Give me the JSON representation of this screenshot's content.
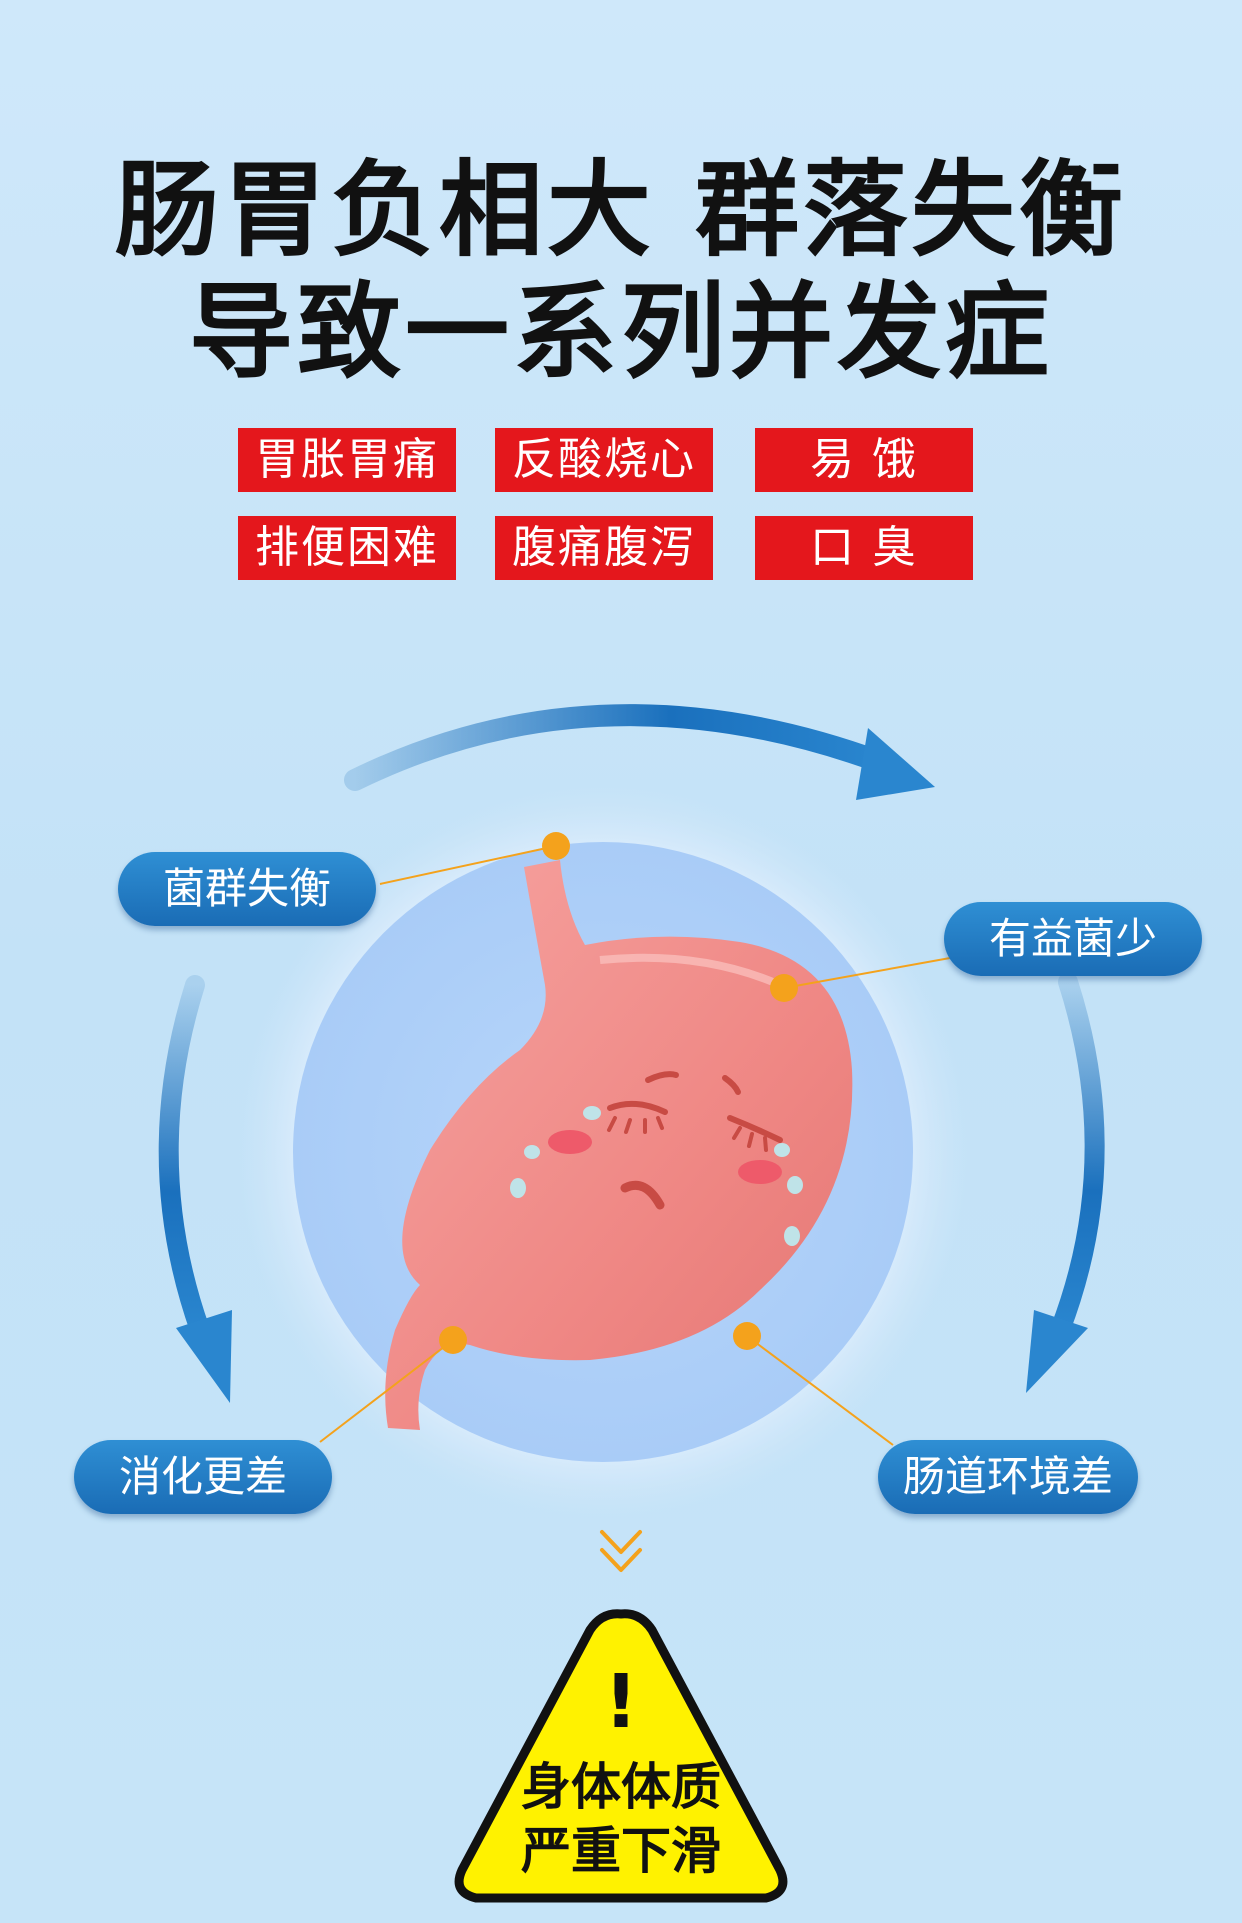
{
  "headline": {
    "line1": "肠胃负相大 群落失衡",
    "line2": "导致一系列并发症"
  },
  "symptoms": [
    "胃胀胃痛",
    "反酸烧心",
    "易 饿",
    "排便困难",
    "腹痛腹泻",
    "口 臭"
  ],
  "cycle": {
    "top_left": "菌群失衡",
    "top_right": "有益菌少",
    "bottom_left": "消化更差",
    "bottom_right": "肠道环境差"
  },
  "warning": {
    "symbol": "!",
    "line1": "身体体质",
    "line2": "严重下滑"
  },
  "colors": {
    "background": "#c6e4f8",
    "tag_red": "#e4171c",
    "pill_blue": "#1f78c1",
    "arrow_blue": "#1a70bd",
    "stomach_pink": "#f08c8a",
    "dot_orange": "#f4a21c",
    "warning_yellow": "#fff200"
  },
  "icons": {
    "stomach": "stomach-illustration",
    "arrows": "cycle-arrow-icon",
    "chevron": "double-chevron-down-icon",
    "warning": "warning-triangle-icon"
  }
}
